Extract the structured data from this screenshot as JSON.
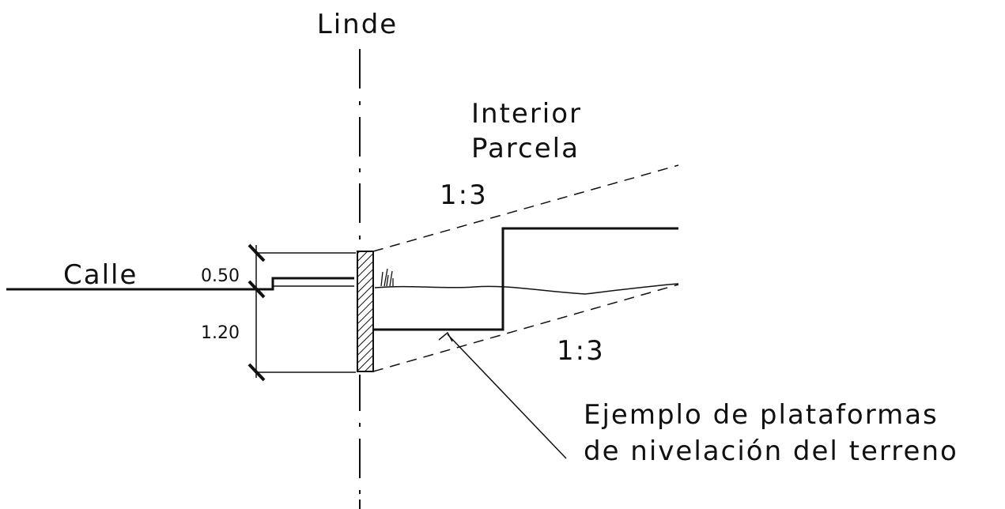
{
  "labels": {
    "boundary": "Linde",
    "interior_line1": "Interior",
    "interior_line2": "Parcela",
    "street": "Calle",
    "slope_upper": "1:3",
    "slope_lower": "1:3",
    "note_line1": "Ejemplo de plataformas",
    "note_line2": "de nivelación del terreno"
  },
  "dimensions": {
    "upper": "0.50",
    "lower": "1.20"
  }
}
